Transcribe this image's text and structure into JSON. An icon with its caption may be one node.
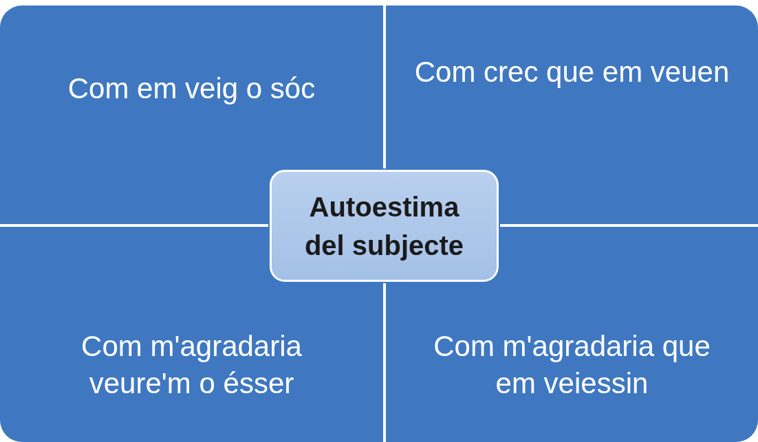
{
  "diagram": {
    "nodes": [
      {
        "text": [
          "Com em veig o sóc"
        ]
      },
      {
        "text": [
          "Com crec que em veuen"
        ]
      },
      {
        "text": [
          "Autoestima del subjecte"
        ]
      },
      {
        "text": [
          "Com m'agradaria veure'm o ésser"
        ]
      },
      {
        "text": [
          "Com m'agradaria que em veiessin"
        ]
      }
    ]
  }
}
